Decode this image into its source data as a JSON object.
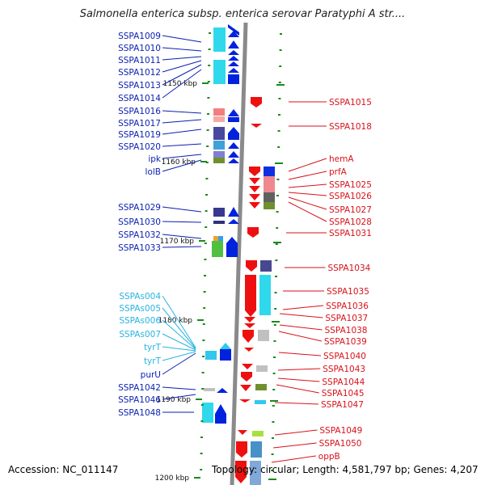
{
  "title": "Salmonella enterica subsp. enterica serovar Paratyphi A str....",
  "footer": {
    "accession": "Accession: NC_011147",
    "topology": "Topology: circular; Length: 4,581,797 bp; Genes: 4,207"
  },
  "colors": {
    "backbone": "#8a8a8a",
    "left_label": "#0a1fb0",
    "left_label_rna": "#28b4e0",
    "right_label": "#d8121a",
    "tick": "#1a8a1a",
    "kbp_label": "#111111"
  },
  "kbp_ticks": [
    {
      "label": "1150 kbp"
    },
    {
      "label": "1160 kbp"
    },
    {
      "label": "1170 kbp"
    },
    {
      "label": "1180 kbp"
    },
    {
      "label": "1190 kbp"
    },
    {
      "label": "1200 kbp"
    }
  ],
  "left_labels": [
    {
      "text": "SSPA1009",
      "kind": "cds"
    },
    {
      "text": "SSPA1010",
      "kind": "cds"
    },
    {
      "text": "SSPA1011",
      "kind": "cds"
    },
    {
      "text": "SSPA1012",
      "kind": "cds"
    },
    {
      "text": "SSPA1013",
      "kind": "cds"
    },
    {
      "text": "SSPA1014",
      "kind": "cds"
    },
    {
      "text": "SSPA1016",
      "kind": "cds"
    },
    {
      "text": "SSPA1017",
      "kind": "cds"
    },
    {
      "text": "SSPA1019",
      "kind": "cds"
    },
    {
      "text": "SSPA1020",
      "kind": "cds"
    },
    {
      "text": "ipk",
      "kind": "cds"
    },
    {
      "text": "lolB",
      "kind": "cds"
    },
    {
      "text": "SSPA1029",
      "kind": "cds"
    },
    {
      "text": "SSPA1030",
      "kind": "cds"
    },
    {
      "text": "SSPA1032",
      "kind": "cds"
    },
    {
      "text": "SSPA1033",
      "kind": "cds"
    },
    {
      "text": "SSPAs004",
      "kind": "rna"
    },
    {
      "text": "SSPAs005",
      "kind": "rna"
    },
    {
      "text": "SSPAs006",
      "kind": "rna"
    },
    {
      "text": "SSPAs007",
      "kind": "rna"
    },
    {
      "text": "tyrT",
      "kind": "rna"
    },
    {
      "text": "tyrT",
      "kind": "rna"
    },
    {
      "text": "purU",
      "kind": "cds"
    },
    {
      "text": "SSPA1042",
      "kind": "cds"
    },
    {
      "text": "SSPA1046",
      "kind": "cds"
    },
    {
      "text": "SSPA1048",
      "kind": "cds"
    }
  ],
  "right_labels": [
    {
      "text": "SSPA1015"
    },
    {
      "text": "SSPA1018"
    },
    {
      "text": "hemA"
    },
    {
      "text": "prfA"
    },
    {
      "text": "SSPA1025"
    },
    {
      "text": "SSPA1026"
    },
    {
      "text": "SSPA1027"
    },
    {
      "text": "SSPA1028"
    },
    {
      "text": "SSPA1031"
    },
    {
      "text": "SSPA1034"
    },
    {
      "text": "SSPA1035"
    },
    {
      "text": "SSPA1036"
    },
    {
      "text": "SSPA1037"
    },
    {
      "text": "SSPA1038"
    },
    {
      "text": "SSPA1039"
    },
    {
      "text": "SSPA1040"
    },
    {
      "text": "SSPA1043"
    },
    {
      "text": "SSPA1044"
    },
    {
      "text": "SSPA1045"
    },
    {
      "text": "SSPA1047"
    },
    {
      "text": "SSPA1049"
    },
    {
      "text": "SSPA1050"
    },
    {
      "text": "oppB"
    }
  ]
}
